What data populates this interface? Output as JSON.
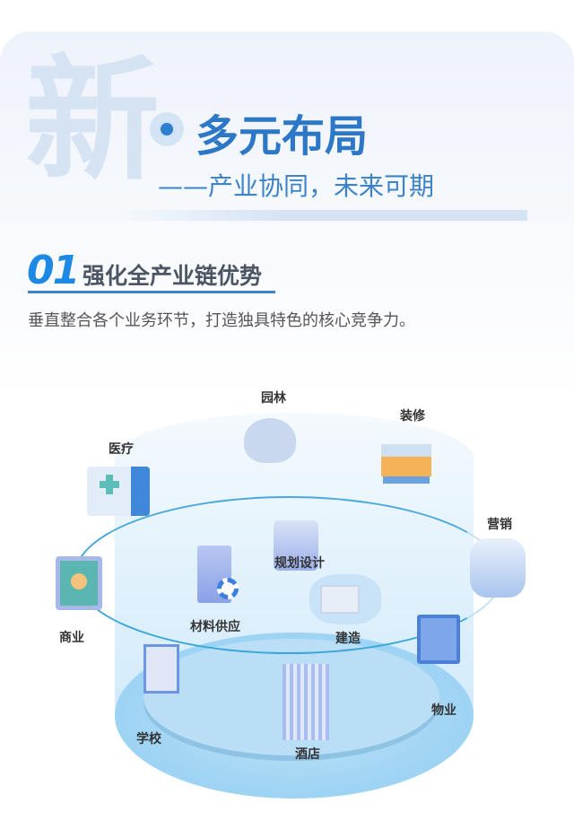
{
  "header": {
    "watermark_char": "新",
    "title": "多元布局",
    "subtitle": "——产业协同，未来可期"
  },
  "section": {
    "number": "01",
    "title": "强化全产业链优势",
    "description": "垂直整合各个业务环节，打造独具特色的核心竞争力。"
  },
  "diagram": {
    "outer_nodes": [
      "园林",
      "装修",
      "医疗",
      "营销",
      "商业",
      "物业",
      "学校",
      "酒店"
    ],
    "inner_nodes": [
      "规划设计",
      "材料供应",
      "建造"
    ],
    "colors": {
      "accent": "#2c78c6",
      "ring": "#38a6d8",
      "disc": "#9dd3f3"
    }
  }
}
